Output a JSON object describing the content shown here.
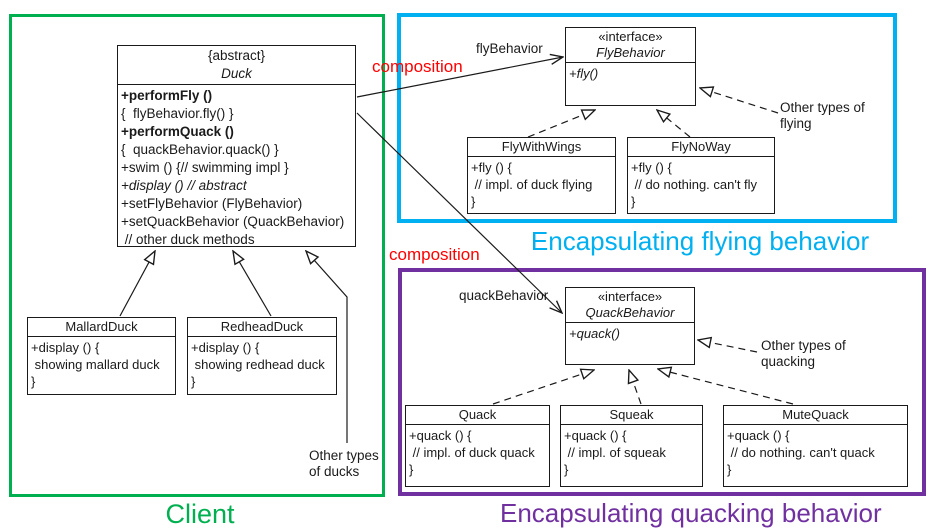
{
  "accent_colors": {
    "client_green": "#00b050",
    "flying_cyan": "#00b0f0",
    "quacking_purple": "#7030a0",
    "composition_red": "#ff0000"
  },
  "regions": {
    "client": {
      "caption": "Client"
    },
    "flying": {
      "caption": "Encapsulating flying behavior"
    },
    "quacking": {
      "caption": "Encapsulating quacking behavior"
    }
  },
  "annotations": {
    "composition_fly": "composition",
    "composition_quack": "composition",
    "fly_association": "flyBehavior",
    "quack_association": "quackBehavior",
    "other_ducks_line1": "Other types",
    "other_ducks_line2": "of ducks",
    "other_flying_line1": "Other types of",
    "other_flying_line2": "flying",
    "other_quacking_line1": "Other types of",
    "other_quacking_line2": "quacking"
  },
  "classes": {
    "duck": {
      "stereotype": "{abstract}",
      "name": "Duck",
      "members": [
        "+performFly ()",
        "{  flyBehavior.fly() }",
        "+performQuack ()",
        "{  quackBehavior.quack() }",
        "+swim () {// swimming impl }",
        "+display () // abstract",
        "+setFlyBehavior (FlyBehavior)",
        "+setQuackBehavior (QuackBehavior)",
        " // other duck methods"
      ]
    },
    "mallard_duck": {
      "name": "MallardDuck",
      "members": [
        "+display () {",
        " showing mallard duck",
        "}"
      ]
    },
    "redhead_duck": {
      "name": "RedheadDuck",
      "members": [
        "+display () {",
        " showing redhead duck",
        "}"
      ]
    },
    "fly_behavior": {
      "stereotype": "«interface»",
      "name": "FlyBehavior",
      "members": [
        "+fly()"
      ]
    },
    "fly_with_wings": {
      "name": "FlyWithWings",
      "members": [
        "+fly () {",
        " // impl. of duck flying",
        "}"
      ]
    },
    "fly_no_way": {
      "name": "FlyNoWay",
      "members": [
        "+fly () {",
        " // do nothing. can't fly",
        "}"
      ]
    },
    "quack_behavior": {
      "stereotype": "«interface»",
      "name": "QuackBehavior",
      "members": [
        "+quack()"
      ]
    },
    "quack": {
      "name": "Quack",
      "members": [
        "+quack () {",
        " // impl. of duck quack",
        "}"
      ]
    },
    "squeak": {
      "name": "Squeak",
      "members": [
        "+quack () {",
        " // impl. of squeak",
        "}"
      ]
    },
    "mute_quack": {
      "name": "MuteQuack",
      "members": [
        "+quack () {",
        " // do nothing. can't quack",
        "}"
      ]
    }
  }
}
